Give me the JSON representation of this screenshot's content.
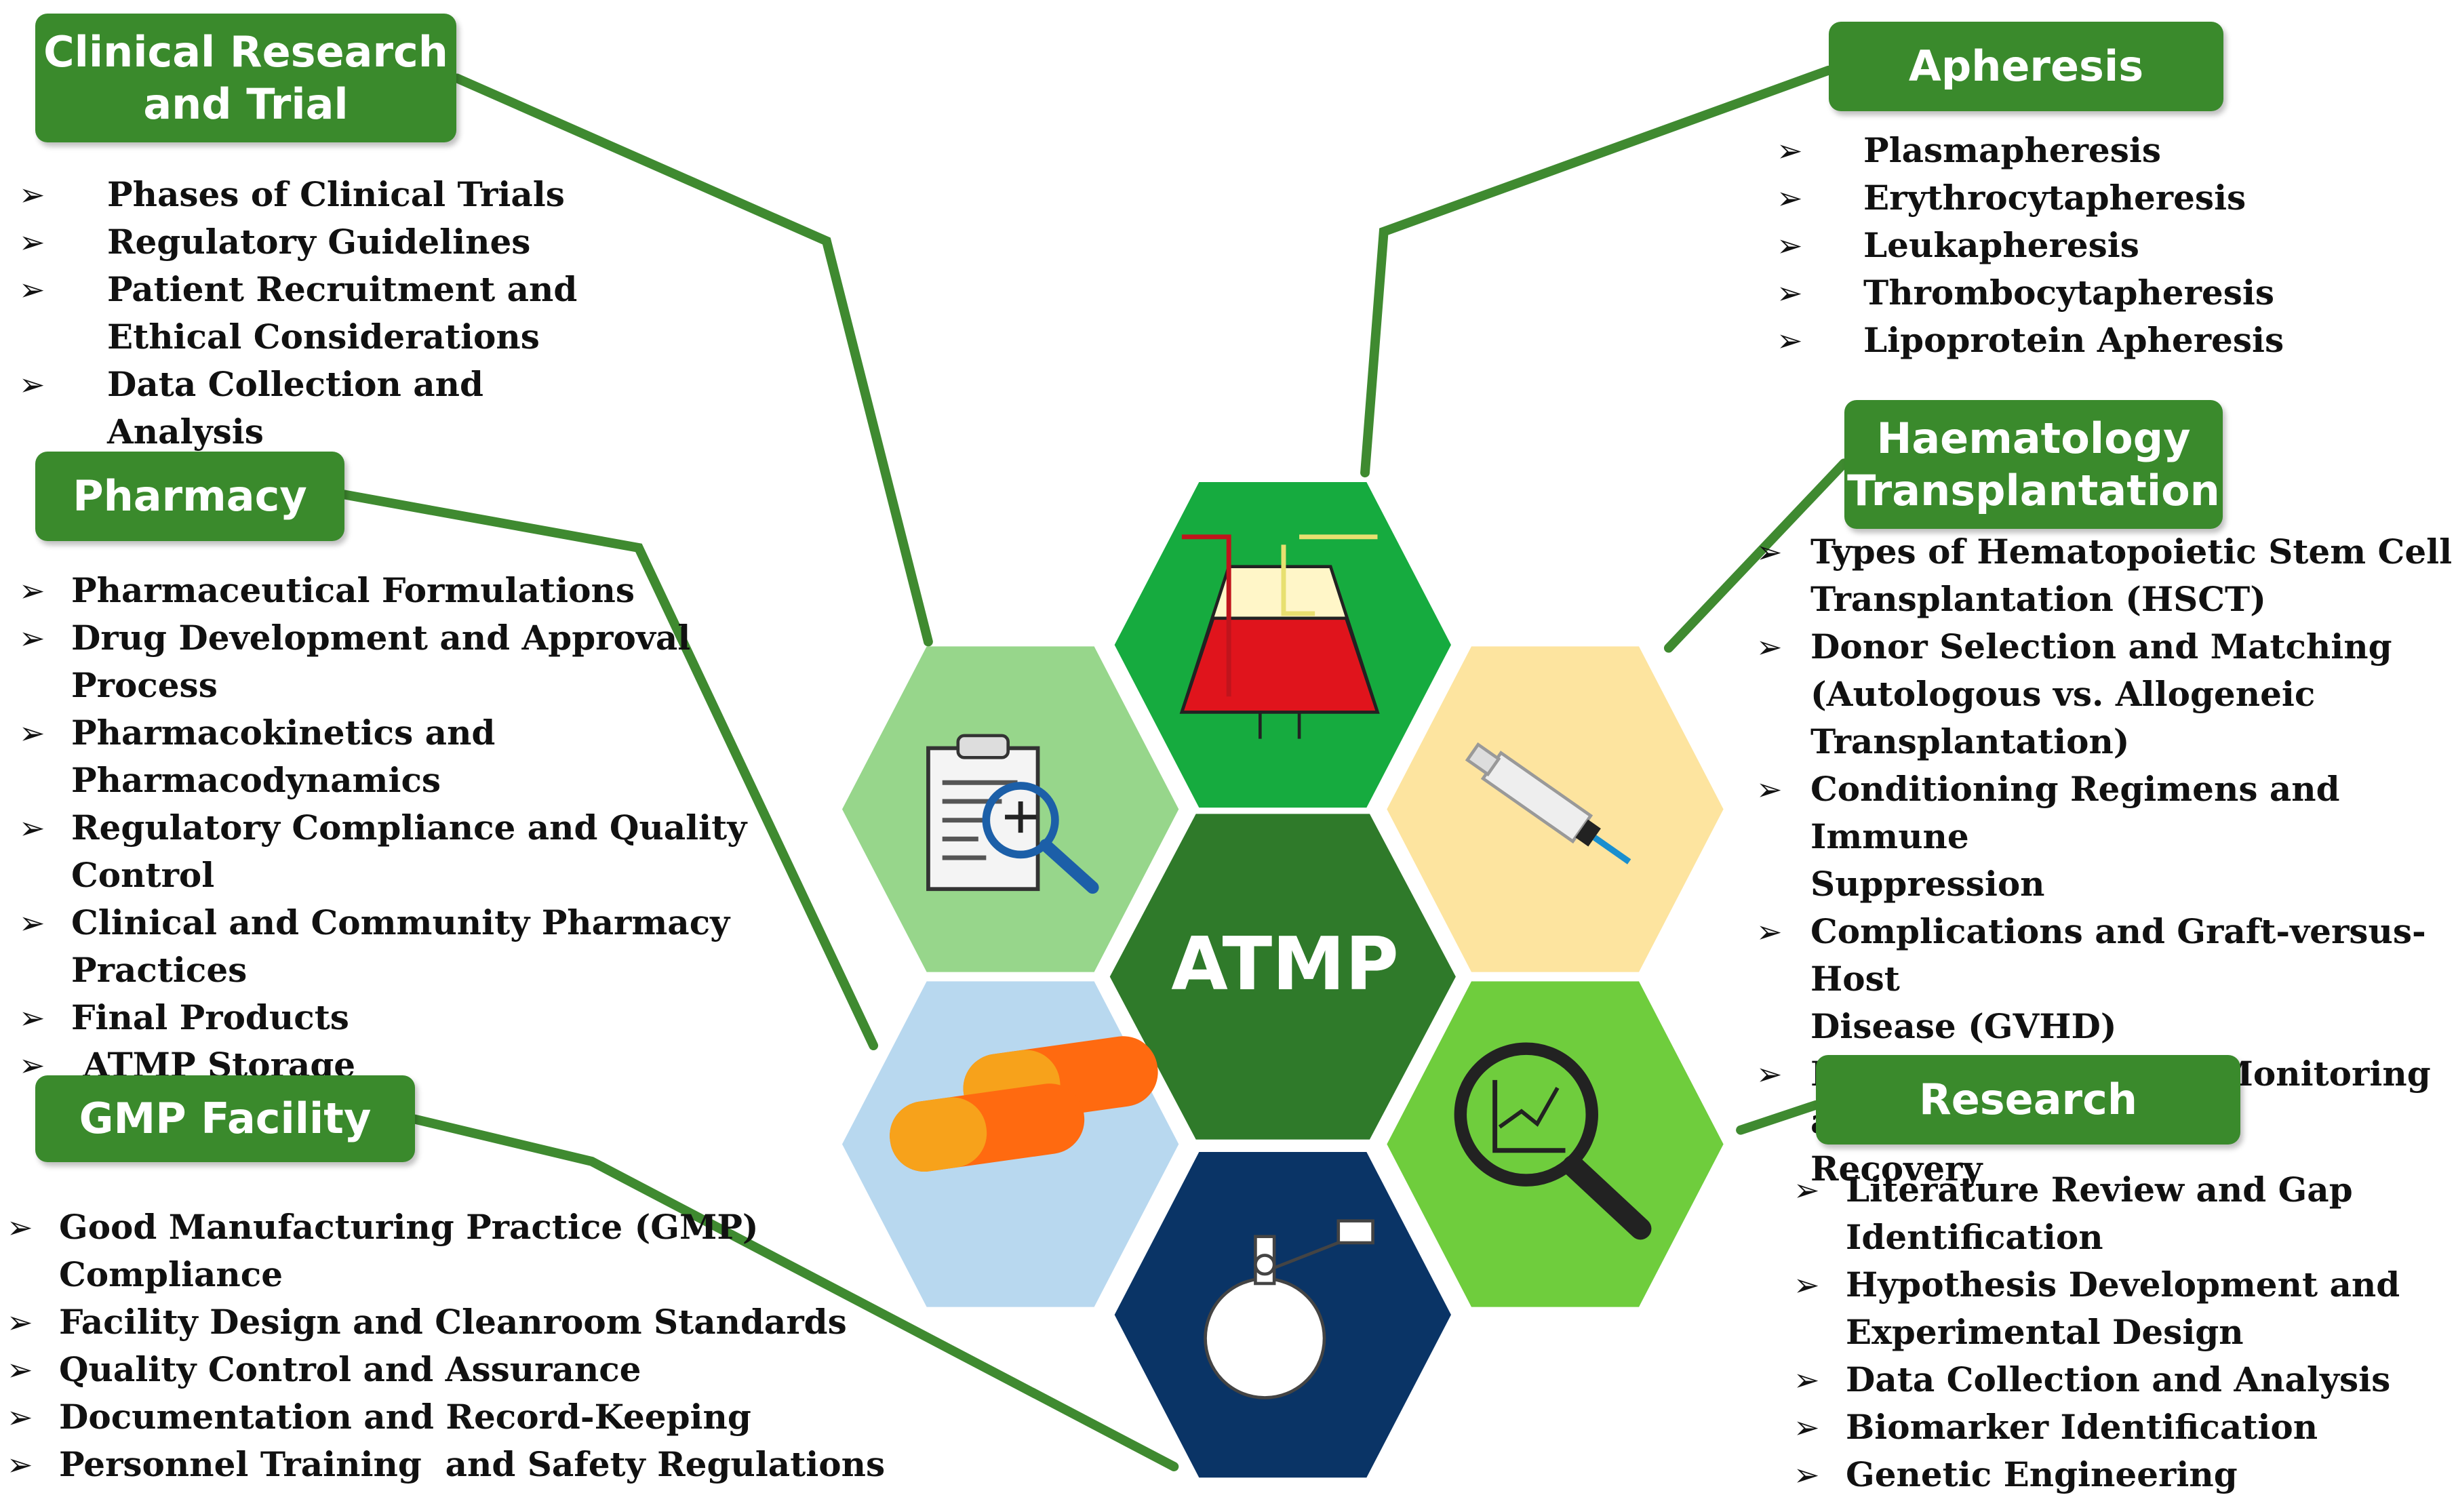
{
  "center": {
    "label": "ATMP"
  },
  "colors": {
    "box_green": "#3a8a2c",
    "line_green": "#3f8a30",
    "hex_center": "#2f7a2a",
    "hex_top": "#16ab3f",
    "hex_upper_left": "#97d68b",
    "hex_upper_right": "#fde49f",
    "hex_lower_left": "#b8d8ef",
    "hex_lower_right": "#6fcd3d",
    "hex_bottom": "#0a3466"
  },
  "icons": {
    "top": "blood-bag-icon",
    "upper_left": "clipboard-magnifier-icon",
    "upper_right": "syringe-icon",
    "lower_left": "capsules-icon",
    "lower_right": "chart-magnifier-icon",
    "bottom": "lab-flask-icon"
  },
  "clinical": {
    "title": "Clinical Research\nand Trial",
    "items": [
      "Phases of Clinical Trials",
      "Regulatory Guidelines",
      "Patient Recruitment and\nEthical Considerations",
      "Data Collection and Analysis"
    ]
  },
  "pharmacy": {
    "title": "Pharmacy",
    "items": [
      "Pharmaceutical Formulations",
      "Drug Development and Approval Process",
      "Pharmacokinetics and\nPharmacodynamics",
      "Regulatory Compliance and Quality\nControl",
      "Clinical and Community Pharmacy\nPractices",
      "Final Products",
      " ATMP Storage"
    ]
  },
  "gmp": {
    "title": "GMP Facility",
    "items": [
      "Good Manufacturing Practice (GMP)\nCompliance",
      "Facility Design and Cleanroom Standards",
      "Quality Control and Assurance",
      "Documentation and Record-Keeping",
      "Personnel Training  and Safety Regulations"
    ]
  },
  "apheresis": {
    "title": "Apheresis",
    "items": [
      "Plasmapheresis",
      "Erythrocytapheresis",
      "Leukapheresis",
      "Thrombocytapheresis",
      "Lipoprotein Apheresis"
    ]
  },
  "haematology": {
    "title": "Haematology\nTransplantation",
    "items": [
      "Types of Hematopoietic Stem Cell\nTransplantation (HSCT)",
      "Donor Selection and Matching\n(Autologous vs. Allogeneic\nTransplantation)",
      "Conditioning Regimens and Immune\nSuppression",
      "Complications and Graft-versus-Host\nDisease (GVHD)",
      "Post-Transplantation Monitoring and\nRecovery"
    ]
  },
  "research": {
    "title": "Research",
    "items": [
      "Literature Review and Gap\nIdentification",
      "Hypothesis Development and\nExperimental Design",
      "Data Collection and Analysis",
      "Biomarker Identification",
      "Genetic Engineering"
    ]
  },
  "bullet": "➢"
}
